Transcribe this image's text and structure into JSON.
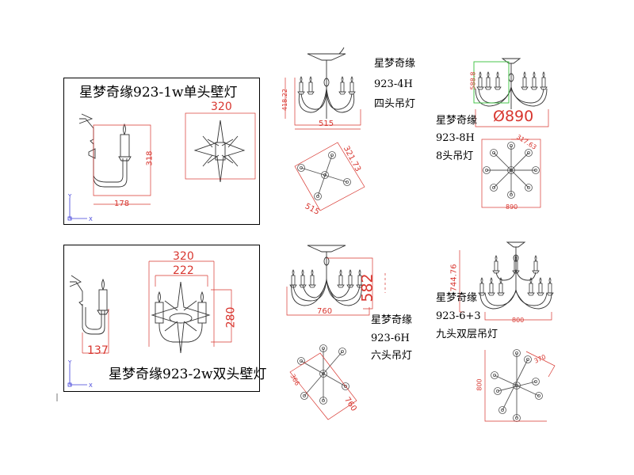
{
  "panel1": {
    "title": "星梦奇缘923-1w单头壁灯",
    "dim_width": "178",
    "dim_height": "318",
    "dim_star": "320"
  },
  "panel2": {
    "title": "星梦奇缘923-2w双头壁灯",
    "dim_width": "137",
    "dim_outer": "320",
    "dim_inner": "222",
    "dim_height": "280"
  },
  "item_4h": {
    "line1": "星梦奇缘",
    "line2": "923-4H",
    "line3": "四头吊灯",
    "dim_height": "418.22",
    "dim_width": "515",
    "dim_top_width": "515",
    "dim_arm": "321.73"
  },
  "item_8h": {
    "line1": "星梦奇缘",
    "line2": "923-8H",
    "line3": "8头吊灯",
    "dim_diameter": "Ø890",
    "dim_chain": "588.8",
    "dim_arm": "317.63",
    "dim_top_width": "890"
  },
  "item_6h": {
    "line1": "星梦奇缘",
    "line2": "923-6H",
    "line3": "六头吊灯",
    "dim_height": "582",
    "dim_width": "760",
    "dim_top_width": "760",
    "dim_arm": "366"
  },
  "item_63": {
    "line1": "星梦奇缘",
    "line2": "923-6+3",
    "line3": "九头双层吊灯",
    "dim_height": "744.76",
    "dim_width": "800",
    "dim_top_height": "800",
    "dim_arm": "370"
  },
  "axis": {
    "x": "X",
    "y": "Y"
  }
}
